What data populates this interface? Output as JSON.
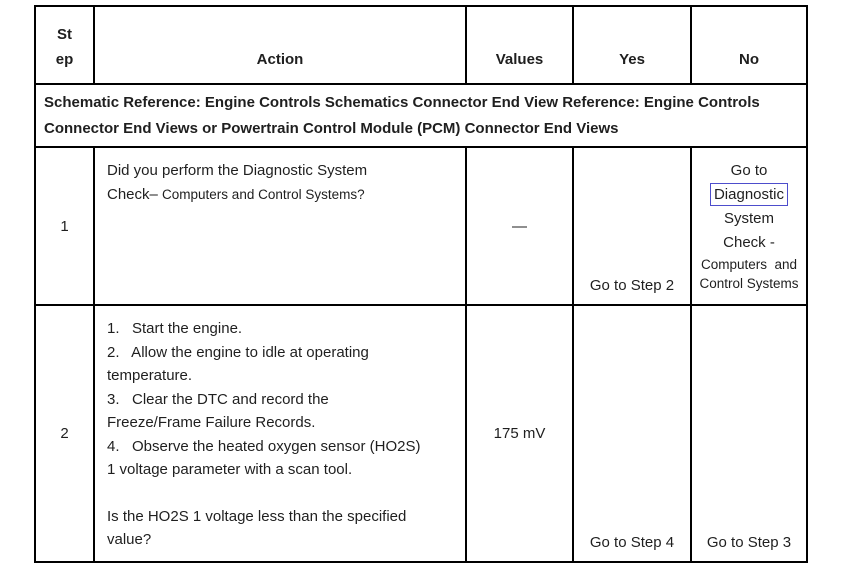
{
  "colors": {
    "border": "#000000",
    "text": "#1f1f1f",
    "link_box_outline": "#4d4dcc",
    "background": "#ffffff"
  },
  "header": {
    "step": [
      "St",
      "ep"
    ],
    "action": "Action",
    "values": "Values",
    "yes": "Yes",
    "no": "No"
  },
  "schematic": {
    "line1": "Schematic Reference: Engine Controls Schematics Connector End View Reference: Engine Controls",
    "line2": "Connector End Views or Powertrain Control Module (PCM) Connector End Views"
  },
  "row1": {
    "step": "1",
    "action_line1": "Did you perform the Diagnostic System",
    "action_check": "Check– ",
    "action_small": "Computers and Control Systems?",
    "values": "—",
    "yes": "Go to Step 2",
    "no": {
      "line1": "Go to",
      "link": "Diagnostic",
      "line3": "System",
      "line4": "Check -",
      "small1": "Computers  and",
      "small2": "Control Systems"
    }
  },
  "row2": {
    "step": "2",
    "action_lines": [
      "1.   Start the engine.",
      "2.   Allow the engine to idle at operating",
      "temperature.",
      "3.   Clear the DTC and record the",
      "Freeze/Frame Failure Records.",
      "4.   Observe the heated oxygen sensor (HO2S)",
      "1 voltage parameter with a scan tool."
    ],
    "question": [
      "Is the HO2S 1 voltage less than the specified",
      "value?"
    ],
    "values": "175 mV",
    "yes": "Go to Step 4",
    "no": "Go to Step 3"
  }
}
